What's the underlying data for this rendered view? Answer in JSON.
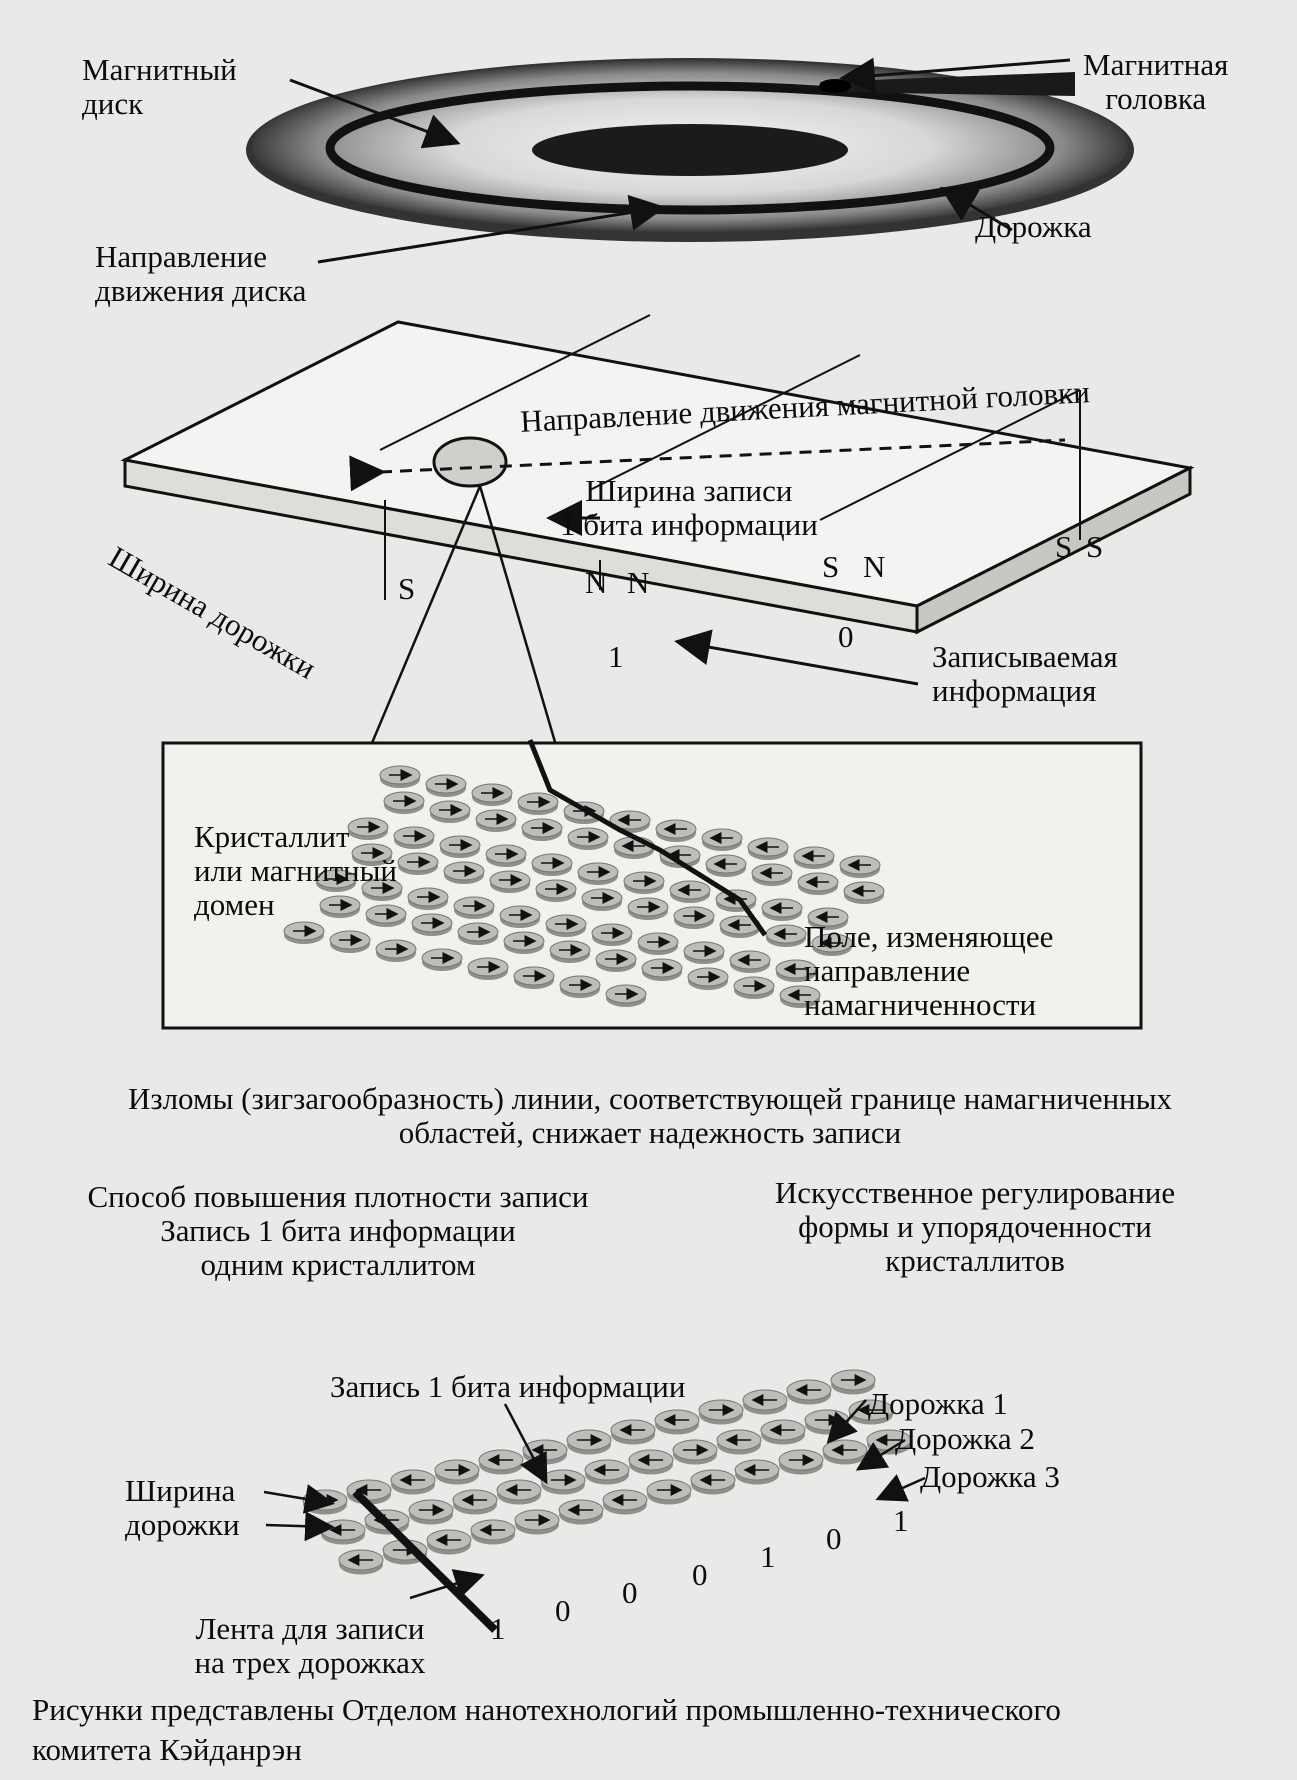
{
  "fig1": {
    "disk_label": [
      "Магнитный",
      "диск"
    ],
    "head_label": [
      "Магнитная",
      "головка"
    ],
    "direction_label": [
      "Направление",
      "движения диска"
    ],
    "track_label": "Дорожка"
  },
  "fig2": {
    "head_direction": "Направление движения магнитной головки",
    "bit_width": [
      "Ширина записи",
      "1 бита информации"
    ],
    "track_width": "Ширина дорожки",
    "poles": [
      "S",
      "N",
      "N",
      "S",
      "N",
      "S",
      "S"
    ],
    "bits": [
      "1",
      "0"
    ],
    "recorded_info": [
      "Записываемая",
      "информация"
    ],
    "crystallite": [
      "Кристаллит",
      "или магнитный",
      "домен"
    ],
    "field": [
      "Поле, изменяющее",
      "направление",
      "намагниченности"
    ]
  },
  "caption_zigzag": [
    "Изломы (зигзагообразность) линии, соответствующей границе намагниченных",
    "областей, снижает надежность записи"
  ],
  "fig3": {
    "method": [
      "Способ повышения плотности записи",
      "Запись 1 бита информации",
      "одним кристаллитом"
    ],
    "regulation": [
      "Искусственное регулирование",
      "формы и упорядоченности",
      "кристаллитов"
    ],
    "bit_record": "Запись 1 бита информации",
    "tracks": [
      "Дорожка 1",
      "Дорожка 2",
      "Дорожка 3"
    ],
    "track_width": [
      "Ширина",
      "дорожки"
    ],
    "tape": [
      "Лента для записи",
      "на трех дорожках"
    ],
    "bits": [
      "1",
      "0",
      "0",
      "0",
      "1",
      "0",
      "1"
    ]
  },
  "credit": [
    "Рисунки представлены Отделом нанотехнологий промышленно-технического",
    "комитета Кэйданрэн"
  ]
}
